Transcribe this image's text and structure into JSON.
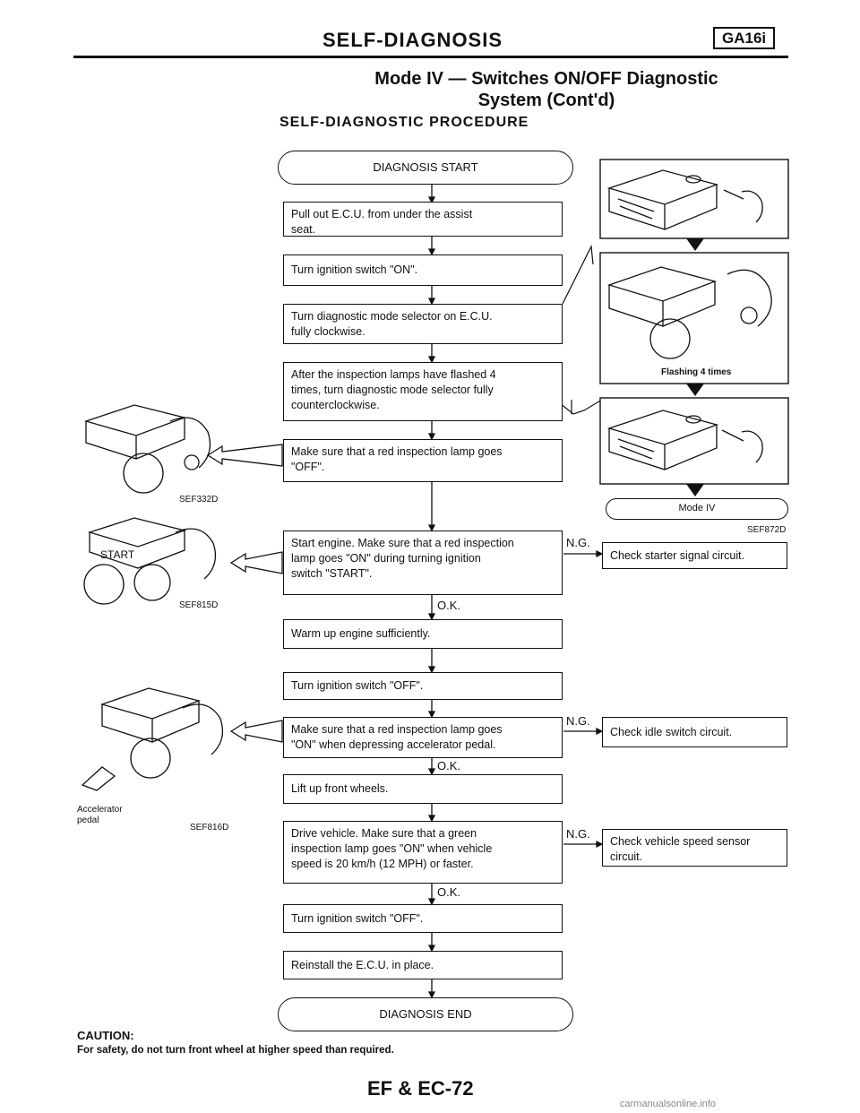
{
  "header": {
    "title": "SELF-DIAGNOSIS",
    "badge": "GA16i",
    "mode_title_line1": "Mode IV — Switches ON/OFF Diagnostic",
    "mode_title_line2": "System (Cont'd)",
    "procedure_title": "SELF-DIAGNOSTIC PROCEDURE"
  },
  "flow": {
    "start": "DIAGNOSIS START",
    "step1_a": "Pull out E.C.U. from under the assist",
    "step1_b": "seat.",
    "step2": "Turn ignition switch \"ON\".",
    "step3_a": "Turn diagnostic mode selector on E.C.U.",
    "step3_b": "fully clockwise.",
    "step4_a": "After the inspection lamps have flashed 4",
    "step4_b": "times, turn diagnostic mode selector fully",
    "step4_c": "counterclockwise.",
    "step5_a": "Make sure that a red inspection lamp goes",
    "step5_b": "\"OFF\".",
    "step6_a": "Start engine. Make sure that a red inspection",
    "step6_b": "lamp goes \"ON\" during turning ignition",
    "step6_c": "switch \"START\".",
    "step7": "Warm up engine sufficiently.",
    "step8": "Turn ignition switch \"OFF\".",
    "step9_a": "Make sure that a red inspection lamp goes",
    "step9_b": "\"ON\" when depressing accelerator pedal.",
    "step10": "Lift up front wheels.",
    "step11_a": "Drive vehicle. Make sure that a green",
    "step11_b": "inspection lamp goes \"ON\" when vehicle",
    "step11_c": "speed is 20 km/h (12 MPH) or faster.",
    "step12": "Turn ignition switch \"OFF\".",
    "step13": "Reinstall the E.C.U. in place.",
    "end": "DIAGNOSIS END",
    "ok": "O.K.",
    "ng": "N.G.",
    "ng1": "Check starter signal circuit.",
    "ng2": "Check idle switch circuit.",
    "ng3_a": "Check vehicle speed sensor",
    "ng3_b": "circuit."
  },
  "figures": {
    "flashing": "Flashing 4 times",
    "mode_iv": "Mode IV",
    "sef872d": "SEF872D",
    "sef332d": "SEF332D",
    "sef815d": "SEF815D",
    "sef816d": "SEF816D",
    "start_label": "START",
    "accel_a": "Accelerator",
    "accel_b": "pedal"
  },
  "footer": {
    "caution_heading": "CAUTION:",
    "caution_text": "For safety, do not turn front wheel at higher speed than required.",
    "page_number": "EF & EC-72",
    "watermark": "carmanualsonline.info"
  }
}
